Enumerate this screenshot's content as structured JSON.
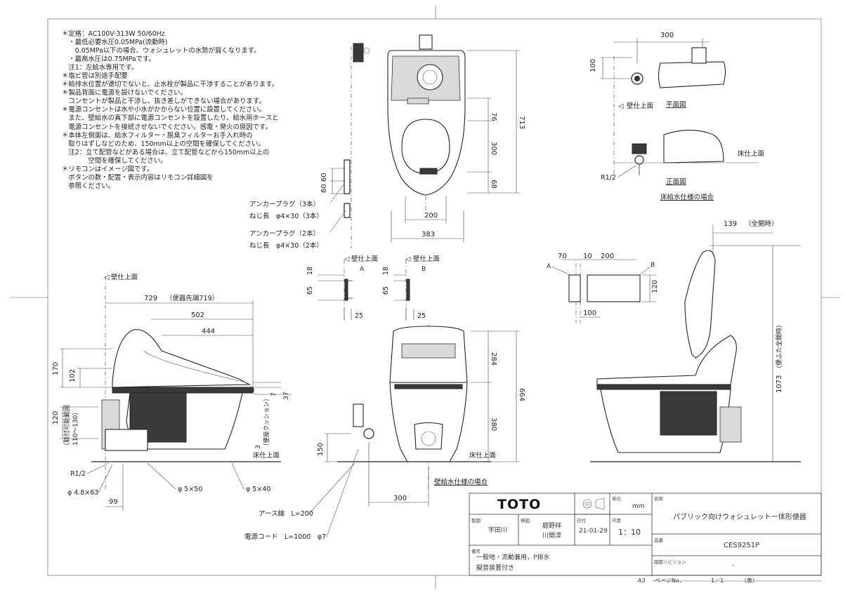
{
  "notes": [
    "＊定格：AC100V-313W 50/60Hz",
    "　・最低必要水圧0.05MPa(流動時)",
    "　　0.05MPa以下の場合、ウォシュレットの水勢が弱くなります。",
    "　・最高水圧は0.75MPaです。",
    "　注1：左給水専用です。",
    "＊塩ビ管は別途手配要",
    "＊給排水位置が適切でないと、止水栓が製品に干渉することがあります。",
    "＊製品背面に電源を設けないでください。",
    "　コンセントが製品と干渉し、抜き差しができない場合があります。",
    "＊電源コンセントは水や小水がかからない位置に設置してください。",
    "　また、壁給水の真下部に電源コンセントを設置したり、給水用ホースと",
    "　電源コンセントを接続させないでください。感電・発火の原因です。",
    "＊本体左側面は、給水フィルター・脱臭フィルターお手入れ時の",
    "　取りはずしなどのため、150mm以上の空間を確保してください。",
    "　注2：立て配管などがある場合は、立て配管などから150mm以上の",
    "　　　　空間を確保してください。",
    "＊リモコンはイメージ図です。",
    "　ボタンの数・配置・表示内容はリモコン詳細図を",
    "　参照ください。"
  ],
  "labels": {
    "anchor3": "アンカープラグ（3本）",
    "screw3": "ねじ長　φ4×30（3本）",
    "anchor2": "アンカープラグ（2本）",
    "screw2": "ねじ長　φ4×30（2本）",
    "wall_face": "壁仕上面",
    "floor_face": "床仕上面",
    "plan_view": "平面図",
    "front_view": "正面図",
    "floor_supply": "床給水仕様の場合",
    "wall_supply": "壁給水仕様の場合",
    "ground_wire": "アース線　L=200",
    "power_cord": "電源コード　L=1000　φ7",
    "r12_a": "R1/2",
    "r12_b": "R1/2",
    "label_a1": "A",
    "label_b1": "B",
    "label_a2": "A",
    "label_b2": "B",
    "seat_cushion": "（便座クッション）",
    "mount_range": "（取付可能範囲",
    "mount_range2": "110～130）",
    "full_open": "（全開時）",
    "lid_open": "（便ふた全開時）",
    "tip_length": "（便器先端719）",
    "d48": "φ 4.8×63",
    "d5x50": "φ 5×50",
    "d5x40": "φ 5×40"
  },
  "dimensions": {
    "d300_plan": "300",
    "d100_plan": "100",
    "d713": "713",
    "d76": "76",
    "d300_top": "300",
    "d68": "68",
    "d6060": "60  60",
    "d200_top": "200",
    "d383": "383",
    "d139": "139",
    "d70": "70",
    "d10": "10",
    "d200_b": "200",
    "d120_b": "120",
    "d100_b": "100",
    "d18_a": "18",
    "d65_a": "65",
    "d25_a": "25",
    "d18_b": "18",
    "d65_b": "65",
    "d25_b": "25",
    "d729": "729",
    "d502": "502",
    "d444": "444",
    "d170": "170",
    "d102": "102",
    "d7": "7",
    "d37": "37",
    "d3": "3",
    "d120_side": "120",
    "d99": "99",
    "d284": "284",
    "d664": "664",
    "d380": "380",
    "d150": "150",
    "d300_front": "300",
    "d1073": "1073"
  },
  "title_block": {
    "logo": "TOTO",
    "unit_label": "単位",
    "unit": "mm",
    "name_label": "名称",
    "product_name": "パブリック向けウォシュレット一体形便器",
    "drafter_label": "製図",
    "drafter": "宇田川",
    "checker_label": "検図",
    "checker1": "庭野祥",
    "checker2": "川関淳",
    "date_label": "日付",
    "date": "21-01-29",
    "scale_label": "尺度",
    "scale": "1：10",
    "model_label": "品番",
    "model": "CES9251P",
    "remarks_label": "備考",
    "remarks1": "一般地・流動兼用，P排水",
    "remarks2": "擬音装置付き",
    "revision_label": "図面リビジョン",
    "revision": "-",
    "sheet_size": "A3",
    "page_label": "ページNo．",
    "page": "1／1",
    "page_suffix": "（表）"
  }
}
